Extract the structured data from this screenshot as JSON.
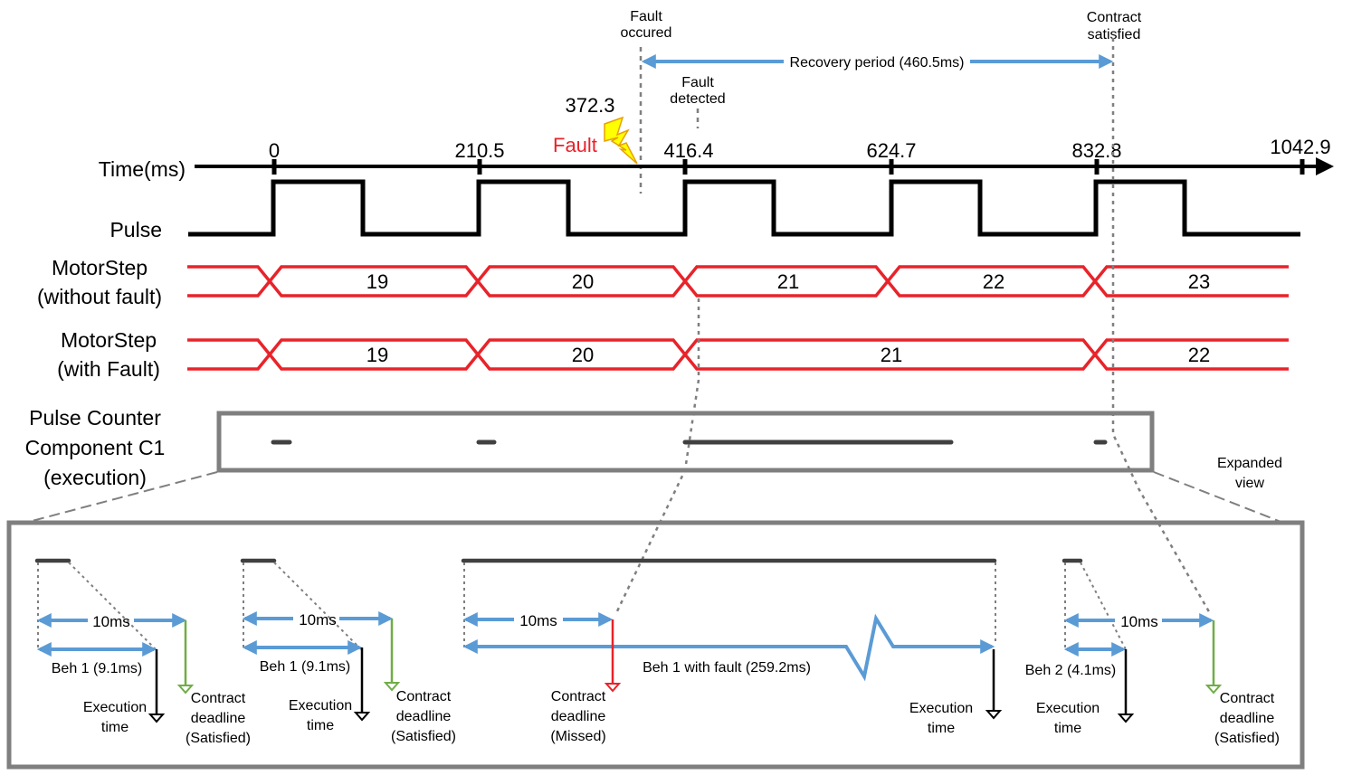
{
  "colors": {
    "axis": "#000000",
    "pulse": "#000000",
    "signal": "#e8232a",
    "blue": "#5b9bd5",
    "green": "#70ad47",
    "gray": "#7f7f7f",
    "bar": "#404040",
    "fault_bolt": "#ffff00",
    "fault_text": "#e8232a"
  },
  "timeline": {
    "axis_label": "Time(ms)",
    "ticks": [
      "0",
      "210.5",
      "416.4",
      "624.7",
      "832.8",
      "1042.9"
    ],
    "fault_time": "372.3",
    "fault_label": "Fault",
    "fault_bolt_icon": "lightning-icon"
  },
  "annotations": {
    "fault_occured": [
      "Fault",
      "occured"
    ],
    "fault_detected": [
      "Fault",
      "detected"
    ],
    "contract_satisfied": [
      "Contract",
      "satisfied"
    ],
    "recovery": "Recovery period (460.5ms)",
    "expanded_view": [
      "Expanded",
      "view"
    ]
  },
  "rows": {
    "pulse": "Pulse",
    "motor_without": [
      "MotorStep",
      "(without fault)"
    ],
    "motor_with": [
      "MotorStep",
      "(with Fault)"
    ],
    "counter": [
      "Pulse Counter",
      "Component C1",
      "(execution)"
    ]
  },
  "motor_without_values": [
    "19",
    "20",
    "21",
    "22",
    "23"
  ],
  "motor_with_values": [
    "19",
    "20",
    "21",
    "22"
  ],
  "expanded": {
    "group1": {
      "deadline": "10ms",
      "beh": "Beh 1 (9.1ms)",
      "exec": [
        "Execution",
        "time"
      ],
      "contract": [
        "Contract",
        "deadline",
        "(Satisfied)"
      ]
    },
    "group2": {
      "deadline": "10ms",
      "beh": "Beh 1 (9.1ms)",
      "exec": [
        "Execution",
        "time"
      ],
      "contract": [
        "Contract",
        "deadline",
        "(Satisfied)"
      ]
    },
    "group3": {
      "deadline": "10ms",
      "beh": "Beh 1 with fault (259.2ms)",
      "contract": [
        "Contract",
        "deadline",
        "(Missed)"
      ],
      "exec": [
        "Execution",
        "time"
      ]
    },
    "group4": {
      "deadline": "10ms",
      "beh": "Beh 2 (4.1ms)",
      "exec": [
        "Execution",
        "time"
      ],
      "contract": [
        "Contract",
        "deadline",
        "(Satisfied)"
      ]
    }
  }
}
